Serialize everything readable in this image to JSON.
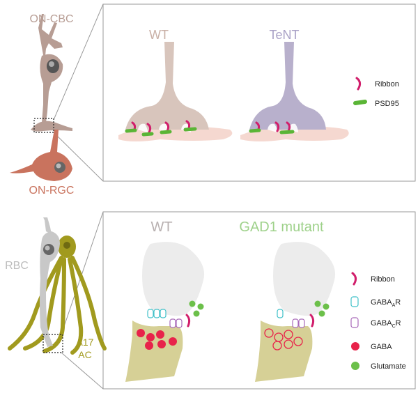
{
  "top": {
    "cells": {
      "on_cbc": "ON-CBC",
      "on_rgc": "ON-RGC"
    },
    "conditions": {
      "wt": "WT",
      "tent": "TeNT"
    },
    "legend": {
      "ribbon": "Ribbon",
      "psd95": "PSD95"
    },
    "colors": {
      "wt_cell": "#d8c5bc",
      "tent_cell": "#b8b0cc",
      "rgc": "#c9735e",
      "ribbon": "#d11e6b",
      "psd95": "#5ab536"
    }
  },
  "bottom": {
    "cells": {
      "rbc": "RBC",
      "a17_line1": "A17",
      "a17_line2": "AC"
    },
    "conditions": {
      "wt": "WT",
      "gad1": "GAD1 mutant"
    },
    "legend": {
      "ribbon": "Ribbon",
      "gabaa": {
        "base": "GABA",
        "sub": "A",
        "suffix": "R"
      },
      "gabac": {
        "base": "GABA",
        "sub": "C",
        "suffix": "R"
      },
      "gaba": "GABA",
      "glutamate": "Glutamate"
    },
    "colors": {
      "rbc": "#c8c8c8",
      "a17": "#a19a1e",
      "a17_bouton": "#c8c07a",
      "gaba": "#e8234a",
      "glutamate": "#6cc04a",
      "gabaa_receptor": "#3fc0c8",
      "gabac_receptor": "#a869b9"
    }
  }
}
